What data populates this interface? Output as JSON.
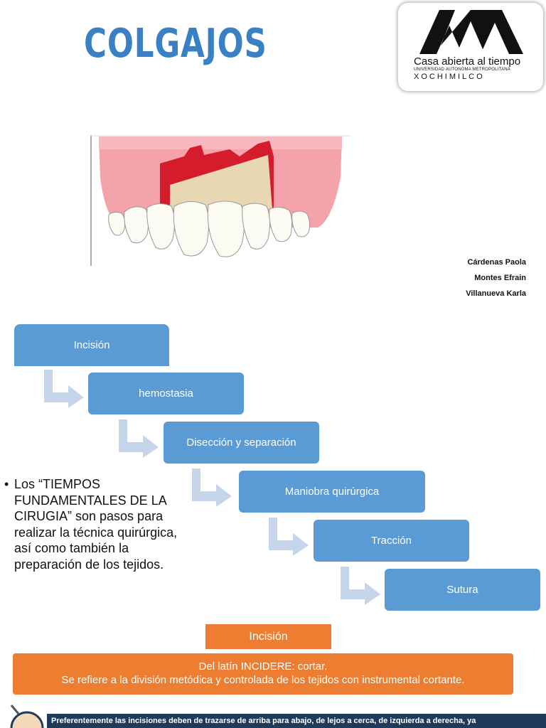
{
  "title": "COLGAJOS",
  "logo": {
    "tagline": "Casa abierta al tiempo",
    "university": "UNIVERSIDAD AUTONOMA METROPOLITANA",
    "campus": "XOCHIMILCO"
  },
  "authors": [
    "Cárdenas Paola",
    "Montes Efrain",
    "Villanueva Karla"
  ],
  "steps": [
    "Incisión",
    "hemostasia",
    "Disección y separación",
    "Maniobra quirúrgica",
    "Tracción",
    "Sutura"
  ],
  "bullet": {
    "mark": "•",
    "text": "Los “TIEMPOS FUNDAMENTALES DE LA CIRUGIA” son pasos para realizar la técnica quirúrgica, así como también la preparación de los tejidos."
  },
  "incision": {
    "label": "Incisión",
    "definition_line1": "Del latín INCIDERE: cortar.",
    "definition_line2": "Se refiere a la división metódica y controlada de los tejidos con instrumental cortante."
  },
  "note": "Preferentemente las incisiones deben de trazarse de arriba para abajo, de lejos a cerca, de izquierda a derecha, ya",
  "colors": {
    "title": "#3a80c5",
    "step": "#5b9bd5",
    "arrow": "#c5d5ea",
    "accent": "#ed7d31",
    "note_bar": "#1f3b5c"
  }
}
